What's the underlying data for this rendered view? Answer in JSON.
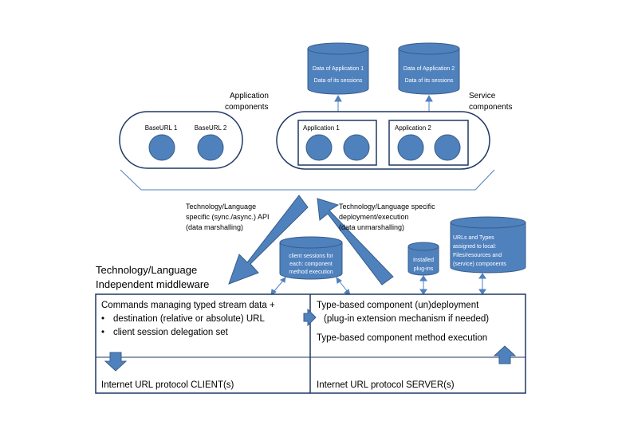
{
  "colors": {
    "fill": "#4F81BD",
    "stroke": "#385D8A",
    "frame": "#1F3864",
    "text": "#000000",
    "light_text": "#FFFFFF"
  },
  "db_app1": {
    "line1": "Data of Application 1",
    "line2": "Data of its sessions"
  },
  "db_app2": {
    "line1": "Data of Application 2",
    "line2": "Data of its sessions"
  },
  "labels": {
    "app_components_1": "Application",
    "app_components_2": "components",
    "service_components_1": "Service",
    "service_components_2": "components",
    "baseurl1": "BaseURL 1",
    "baseurl2": "BaseURL 2",
    "application1": "Application 1",
    "application2": "Application 2",
    "api_1": "Technology/Language",
    "api_2": "specific (sync./async.) API",
    "api_3": "(data marshalling)",
    "deploy_1": "Technology/Language specific",
    "deploy_2": "deployment/execution",
    "deploy_3": "(data unmarshalling)",
    "middleware_1": "Technology/Language",
    "middleware_2": "Independent middleware"
  },
  "db_client_sessions": {
    "line1": "client sessions for",
    "line2": "each: component",
    "line3": "method execution"
  },
  "db_plugins": {
    "line1": "Installed",
    "line2": "plug-ins"
  },
  "db_urls": {
    "line1": "URLs and Types",
    "line2": "assigned to local:",
    "line3": "Files/resources  and",
    "line4": "(service) components"
  },
  "client_box": {
    "title": "Commands managing typed stream data +",
    "bullet": "•",
    "item1": "destination (relative or absolute) URL",
    "item2": "client session delegation set",
    "protocol": "Internet URL protocol CLIENT(s)"
  },
  "server_box": {
    "line1": "Type-based component (un)deployment",
    "line2": "(plug-in extension mechanism if needed)",
    "line3": "Type-based component method execution",
    "protocol": "Internet URL protocol SERVER(s)"
  }
}
